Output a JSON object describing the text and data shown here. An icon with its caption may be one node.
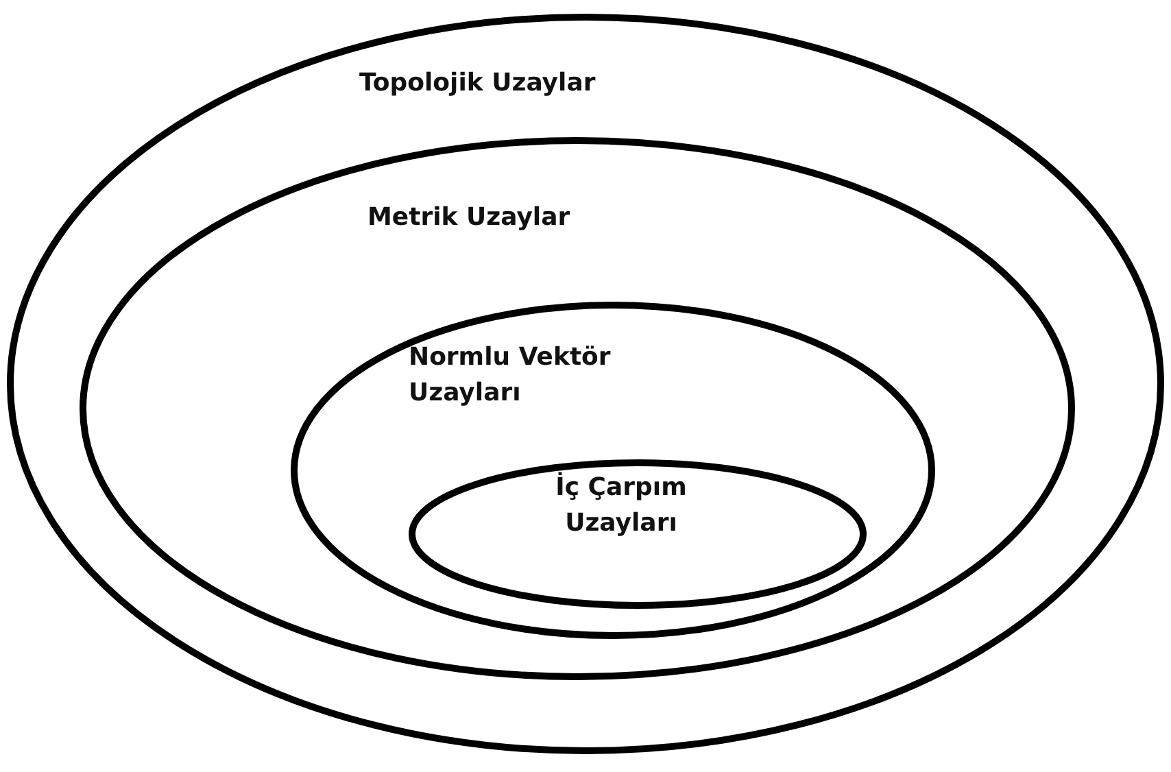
{
  "diagram": {
    "nodes": [
      {
        "text": [
          "Topolojik Uzaylar"
        ]
      },
      {
        "text": [
          "Metrik Uzaylar"
        ],
        "in": 0
      },
      {
        "text": [
          "Normlu Vektör Uzayları"
        ],
        "in": 1
      },
      {
        "text": [
          "İç Çarpım Uzayları"
        ],
        "in": 2
      }
    ]
  }
}
